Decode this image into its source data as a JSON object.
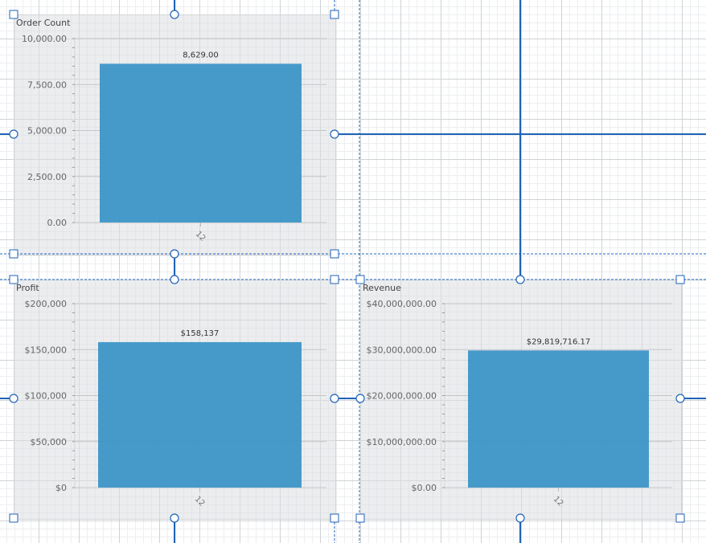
{
  "chart_data": [
    {
      "type": "bar",
      "title": "Order Count",
      "categories": [
        "12"
      ],
      "values": [
        8629
      ],
      "data_labels": [
        "8,629.00"
      ],
      "ylim": [
        0,
        10000
      ],
      "yticks": [
        0,
        2500,
        5000,
        7500,
        10000
      ],
      "ytick_labels": [
        "0.00",
        "2,500.00",
        "5,000.00",
        "7,500.00",
        "10,000.00"
      ],
      "grid": true
    },
    {
      "type": "bar",
      "title": "Profit",
      "categories": [
        "12"
      ],
      "values": [
        158137
      ],
      "data_labels": [
        "$158,137"
      ],
      "ylim": [
        0,
        200000
      ],
      "yticks": [
        0,
        50000,
        100000,
        150000,
        200000
      ],
      "ytick_labels": [
        "$0",
        "$50,000",
        "$100,000",
        "$150,000",
        "$200,000"
      ],
      "grid": true
    },
    {
      "type": "bar",
      "title": "Revenue",
      "categories": [
        "12"
      ],
      "values": [
        29819716.17
      ],
      "data_labels": [
        "$29,819,716.17"
      ],
      "ylim": [
        0,
        40000000
      ],
      "yticks": [
        0,
        10000000,
        20000000,
        30000000,
        40000000
      ],
      "ytick_labels": [
        "$0.00",
        "$10,000,000.00",
        "$20,000,000.00",
        "$30,000,000.00",
        "$40,000,000.00"
      ],
      "grid": true
    }
  ],
  "colors": {
    "bar": "#3d96c6",
    "handle": "#1f63b8"
  }
}
